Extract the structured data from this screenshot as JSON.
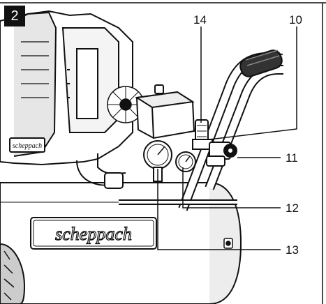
{
  "figure": {
    "number": "2",
    "brand_text": "scheppach",
    "callouts": [
      {
        "id": "14",
        "label": "14"
      },
      {
        "id": "10",
        "label": "10"
      },
      {
        "id": "11",
        "label": "11"
      },
      {
        "id": "12",
        "label": "12"
      },
      {
        "id": "13",
        "label": "13"
      }
    ]
  },
  "colors": {
    "ink": "#111111",
    "paper": "#ffffff",
    "metal_shade": "#d9d9d9",
    "dark_shade": "#555555"
  }
}
